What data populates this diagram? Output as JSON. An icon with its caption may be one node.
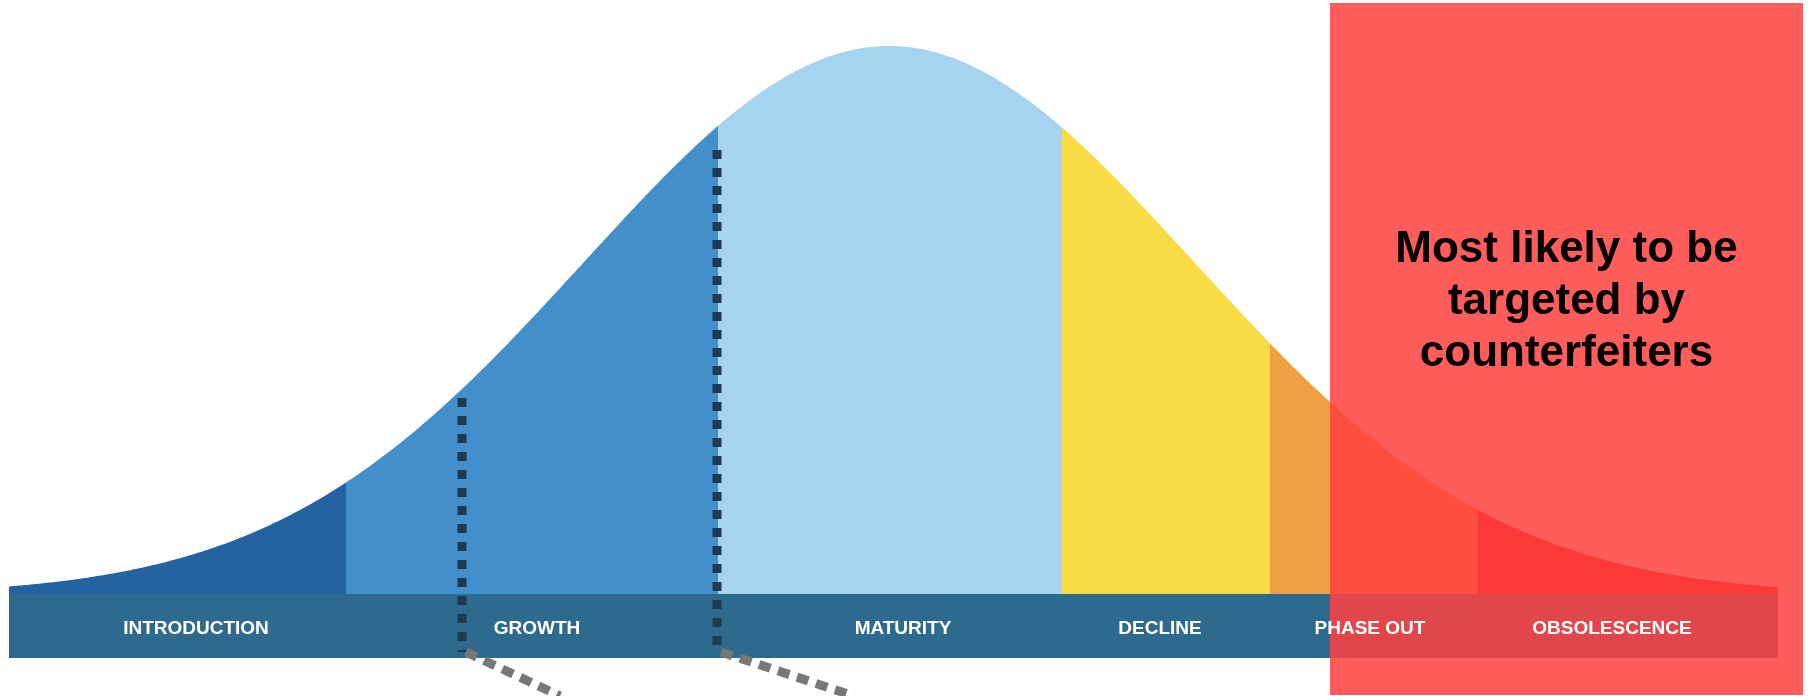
{
  "diagram": {
    "nodes": [
      {
        "text": [
          "Most likely to be targeted by counterfeiters"
        ]
      }
    ],
    "labels": [
      "INTRODUCTION",
      "GROWTH",
      "MATURITY",
      "DECLINE",
      "PHASE OUT",
      "OBSOLESCENCE"
    ]
  }
}
